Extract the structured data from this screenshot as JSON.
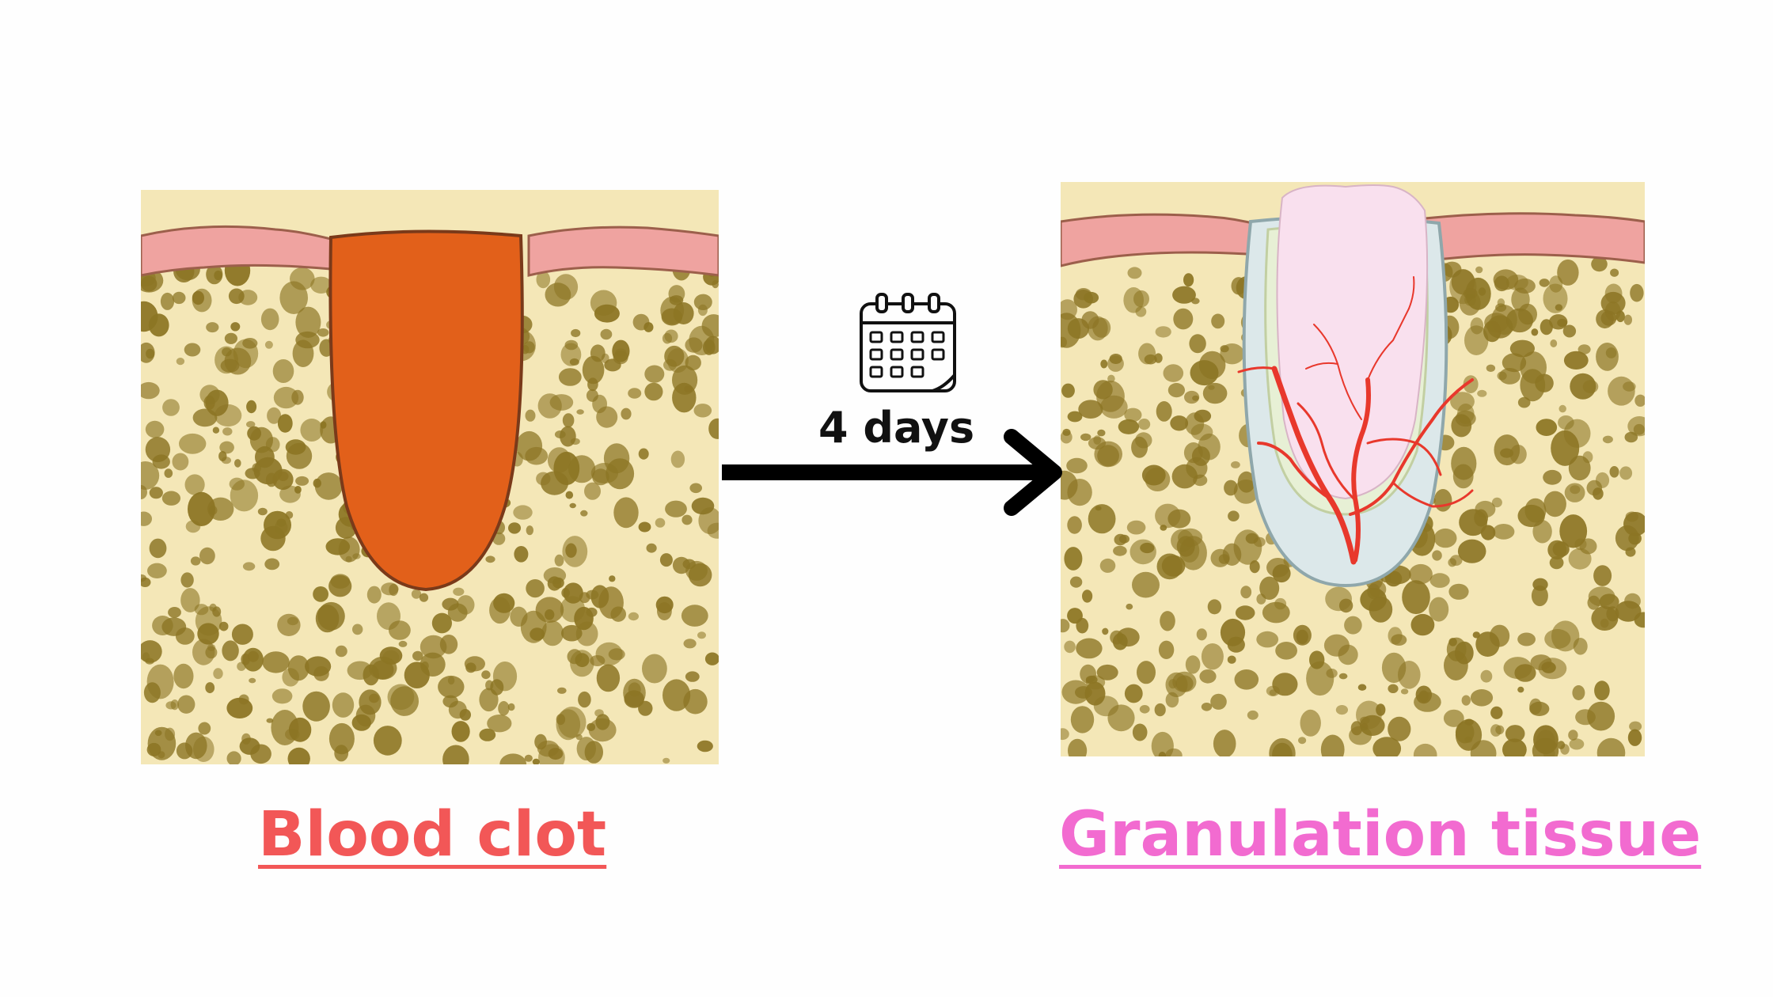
{
  "diagram": {
    "transition": {
      "label": "4 days",
      "icon": "calendar-icon"
    },
    "stages": [
      {
        "caption": "Blood clot",
        "caption_color": "#f25757",
        "fill_color": "#e2601a"
      },
      {
        "caption": "Granulation tissue",
        "caption_color": "#f26bd0",
        "fill_color": "#f9e0ee",
        "vessel_color": "#e8382c"
      }
    ],
    "colors": {
      "bone": "#f4e7b7",
      "bone_pores": "#8c7524",
      "mucosa": "#efa3a0",
      "arrow": "#000000"
    }
  }
}
